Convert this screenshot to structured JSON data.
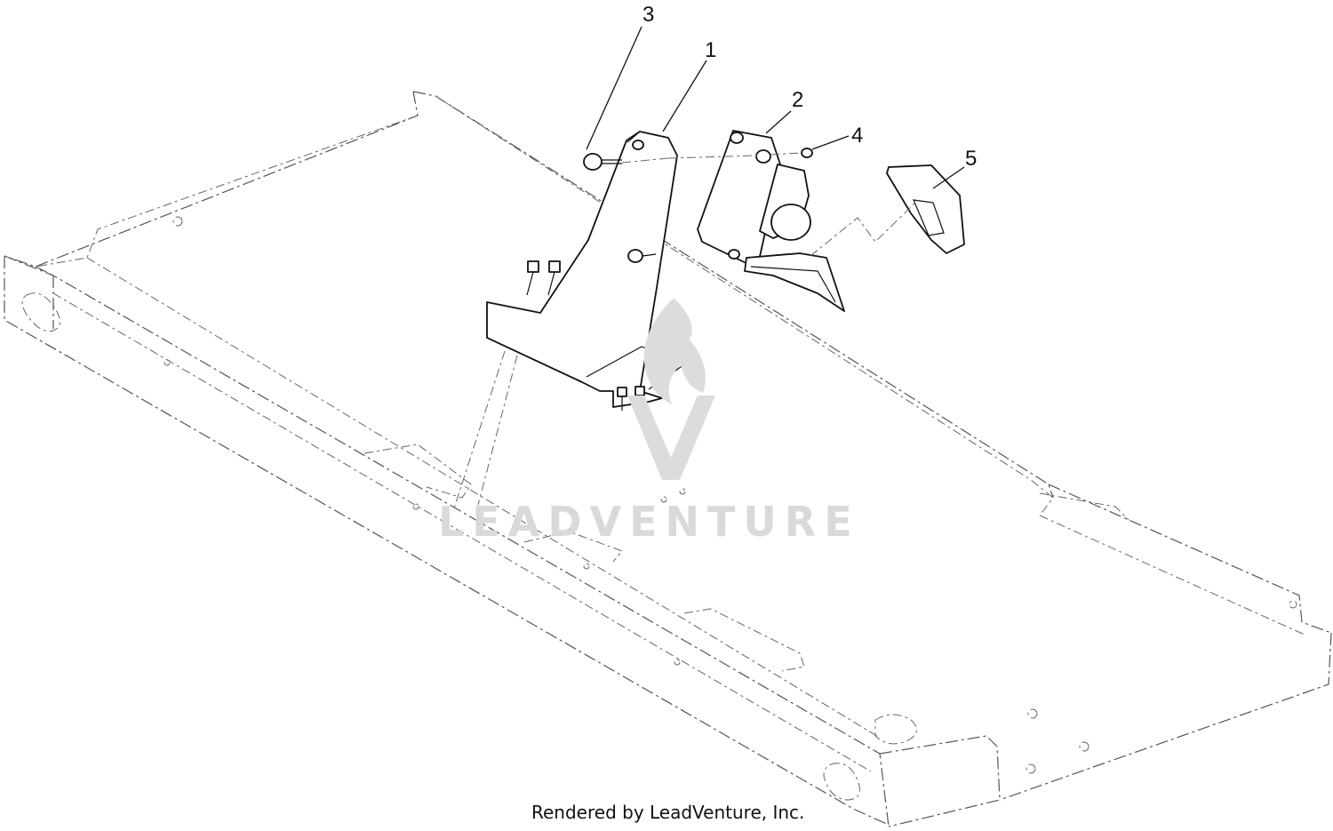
{
  "callouts": {
    "c1": "1",
    "c2": "2",
    "c3": "3",
    "c4": "4",
    "c5": "5"
  },
  "watermark": {
    "text": "LEADVENTURE"
  },
  "footer": {
    "text": "Rendered by LeadVenture, Inc."
  },
  "colors": {
    "line": "#111111",
    "phantom": "#555555",
    "watermark": "#d9d9d9"
  }
}
